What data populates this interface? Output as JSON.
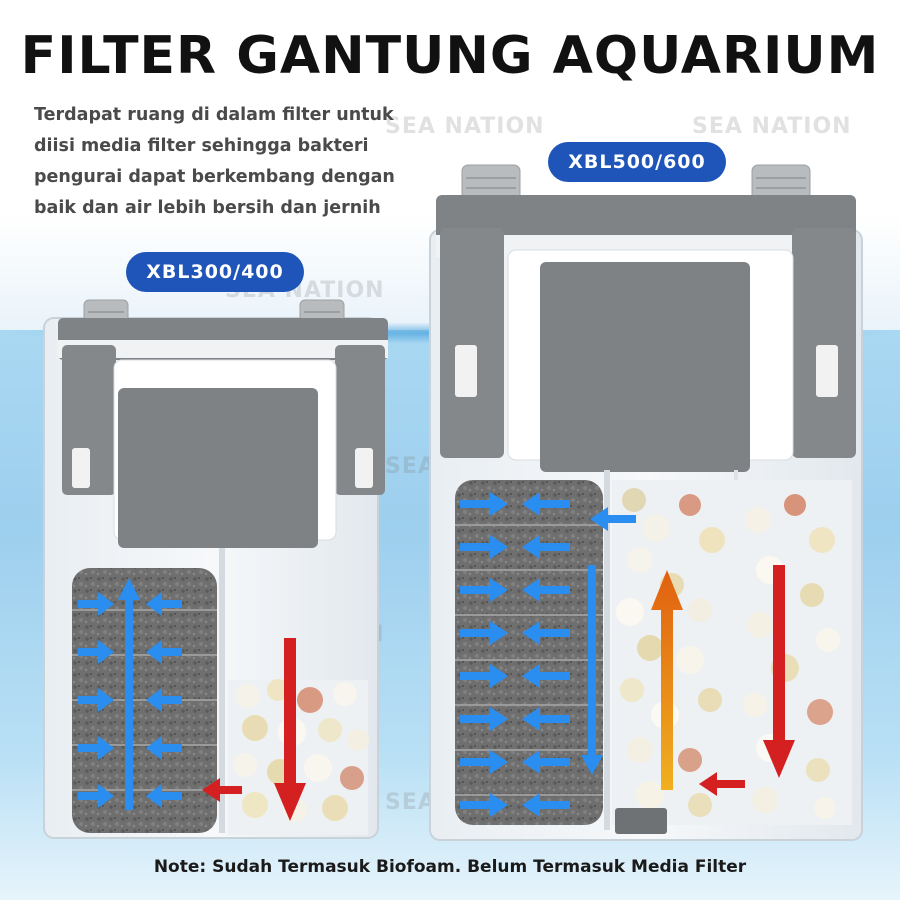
{
  "title": "FILTER GANTUNG AQUARIUM",
  "description": {
    "lines": [
      "Terdapat ruang di dalam filter untuk",
      "diisi media filter sehingga bakteri",
      "pengurai dapat berkembang dengan",
      "baik dan air lebih bersih dan jernih"
    ]
  },
  "products": [
    {
      "model": "XBL500/600"
    },
    {
      "model": "XBL300/400"
    }
  ],
  "note": "Note: Sudah Termasuk Biofoam. Belum Termasuk Media Filter",
  "watermark": "SEA NATION",
  "colors": {
    "title_text": "#111111",
    "badge": "#1f55b8",
    "flow_arrow_blue": "#2a8ef0",
    "flow_arrow_red": "#d42020",
    "flow_arrow_orange": "#f0a010",
    "water": "#9dcfee"
  }
}
